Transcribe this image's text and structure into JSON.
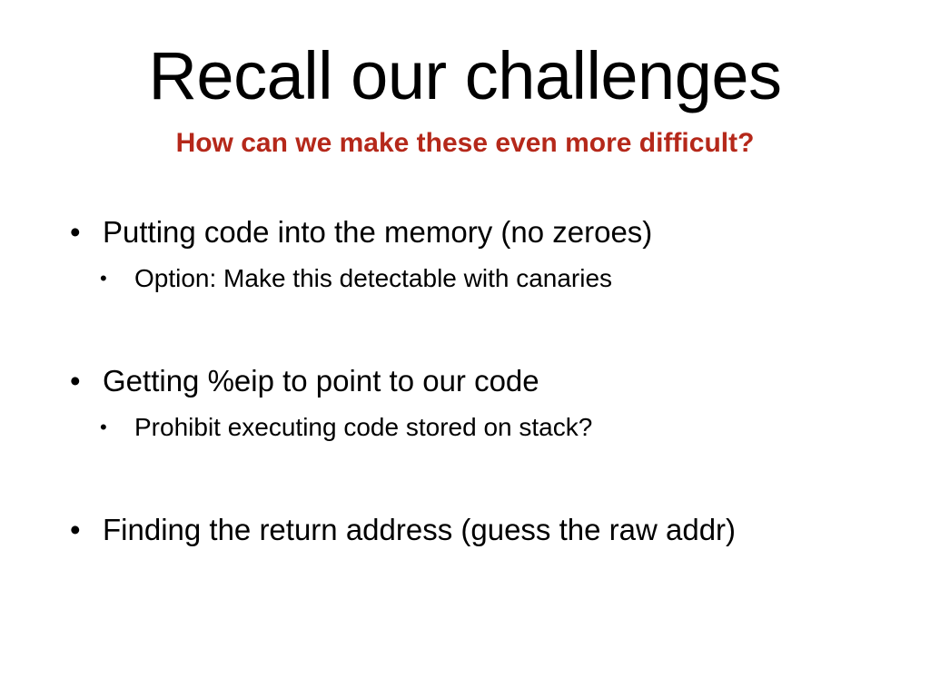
{
  "slide": {
    "title": "Recall our challenges",
    "subtitle": "How can we make these even more difficult?",
    "subtitle_color": "#b5281a",
    "title_color": "#000000",
    "background_color": "#ffffff",
    "bullet_marker": "•",
    "body": [
      {
        "text": "Putting code into the memory (no zeroes)",
        "sub": [
          {
            "text": "Option: Make this detectable with canaries"
          }
        ]
      },
      {
        "text": "Getting %eip to point to our code",
        "sub": [
          {
            "text": "Prohibit executing code stored on stack?"
          }
        ]
      },
      {
        "text": "Finding the return address (guess the raw addr)",
        "sub": []
      }
    ]
  }
}
